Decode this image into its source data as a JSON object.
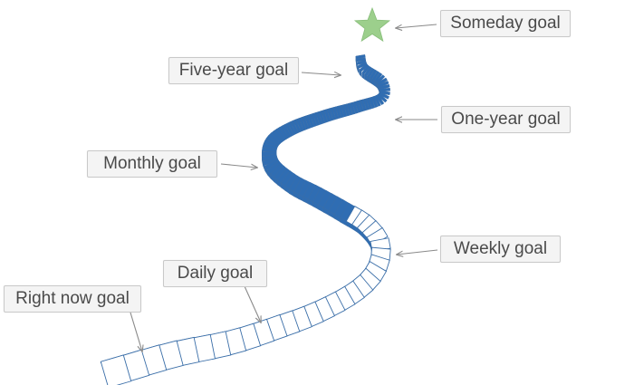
{
  "labels": {
    "someday": "Someday goal",
    "five_year": "Five-year goal",
    "one_year": "One-year goal",
    "monthly": "Monthly goal",
    "weekly": "Weekly goal",
    "daily": "Daily goal",
    "right_now": "Right now goal"
  },
  "colors": {
    "domino_dark": "#2f6db3",
    "domino_light": "#ffffff",
    "domino_outline": "#3a6ea8",
    "star": "#9ccf8c",
    "arrow": "#8a8a8a",
    "label_bg": "#f4f4f4",
    "label_border": "#c9c9c9",
    "label_text": "#4a4a4a"
  },
  "icons": {
    "top": "star-icon"
  }
}
